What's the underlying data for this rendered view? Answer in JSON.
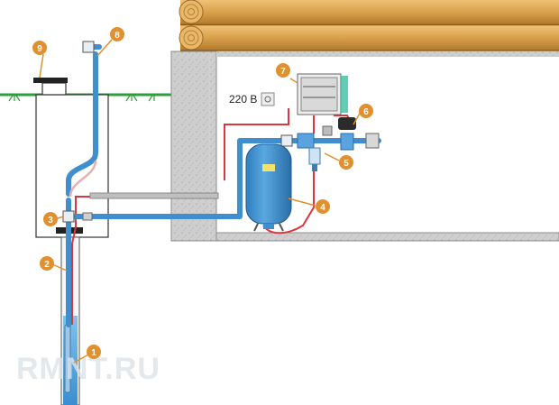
{
  "labels": {
    "voltage": "220 В",
    "watermark": "RMNT.RU"
  },
  "callouts": [
    "1",
    "2",
    "3",
    "4",
    "5",
    "6",
    "7",
    "8",
    "9"
  ],
  "colors": {
    "pipe_blue": "#3f8fd0",
    "power_red": "#d9363e",
    "callout_orange": "#e0902e",
    "ground_green": "#2e9e3a",
    "wall_gray": "#c9c9c9",
    "log_wood": "#d9a552"
  }
}
